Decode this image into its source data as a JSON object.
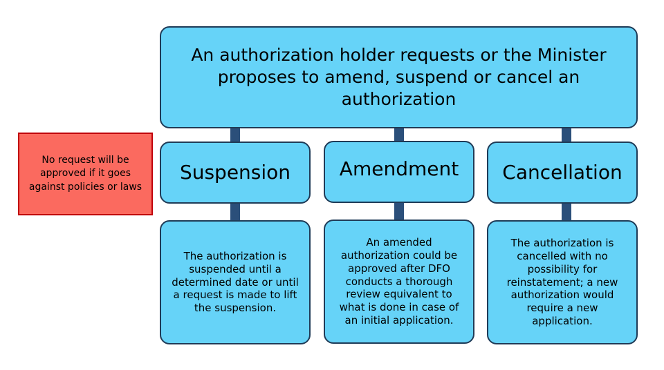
{
  "top": {
    "text": "An authorization holder requests or the Minister proposes to amend, suspend or cancel an authorization"
  },
  "note": {
    "text": "No request will be approved if it goes against policies or laws"
  },
  "branches": [
    {
      "title": "Suspension",
      "description": "The authorization is suspended until a determined date or until a request is made to lift the suspension."
    },
    {
      "title": "Amendment",
      "description": "An amended authorization could be approved after DFO conducts a thorough review equivalent to what is done in case of an initial application."
    },
    {
      "title": "Cancellation",
      "description": "The authorization is cancelled with no possibility for reinstatement; a new authorization would require a new application."
    }
  ],
  "colors": {
    "box_fill": "#66d3f8",
    "box_border": "#1f3b57",
    "connector": "#2b4f7a",
    "note_fill": "#fb6a5f",
    "note_border": "#c0000a"
  }
}
